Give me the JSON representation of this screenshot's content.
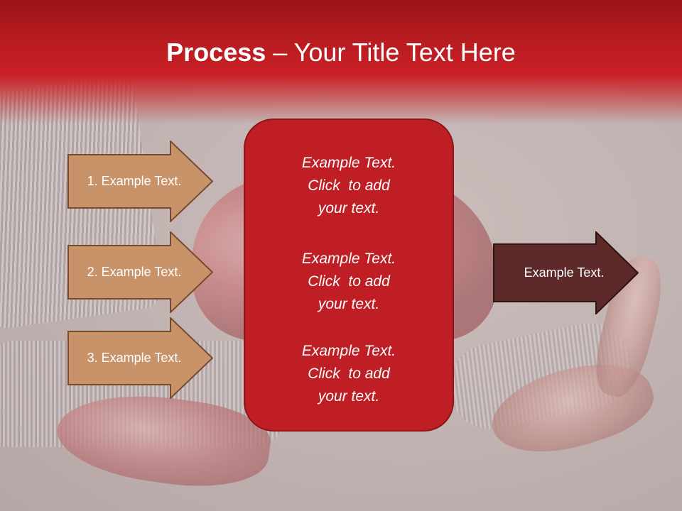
{
  "slide": {
    "title_bold": "Process",
    "title_rest": " – Your Title Text Here"
  },
  "steps": [
    {
      "label": "1. Example Text."
    },
    {
      "label": "2. Example Text."
    },
    {
      "label": "3. Example Text."
    }
  ],
  "center": {
    "paragraphs": [
      {
        "line1": "Example Text.",
        "line2": "Click  to add",
        "line3": "your text."
      },
      {
        "line1": "Example Text.",
        "line2": "Click  to add",
        "line3": "your text."
      },
      {
        "line1": "Example Text.",
        "line2": "Click  to add",
        "line3": "your text."
      }
    ]
  },
  "result": {
    "label": "Example Text."
  },
  "colors": {
    "header_red": "#c82026",
    "center_box": "#bf1e24",
    "step_arrow_fill": "#c9936a",
    "result_arrow_fill": "#5e2a29"
  }
}
